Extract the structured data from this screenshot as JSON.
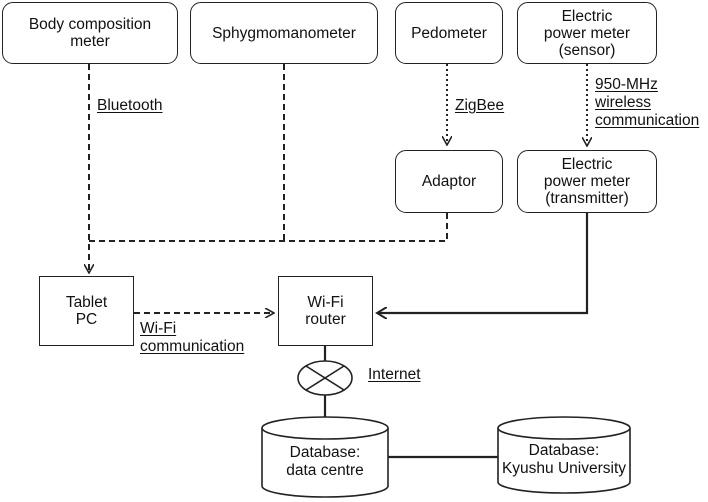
{
  "nodes": {
    "body_composition_meter": "Body composition\nmeter",
    "sphygmomanometer": "Sphygmomanometer",
    "pedometer": "Pedometer",
    "power_meter_sensor": "Electric\npower meter\n(sensor)",
    "adaptor": "Adaptor",
    "power_meter_transmitter": "Electric\npower meter\n(transmitter)",
    "tablet_pc": "Tablet\nPC",
    "wifi_router": "Wi-Fi\nrouter",
    "database_data_centre": "Database:\ndata centre",
    "database_kyushu": "Database:\nKyushu University"
  },
  "links": {
    "bluetooth": "Bluetooth",
    "zigbee": "ZigBee",
    "wireless_950": "950-MHz\nwireless\ncommunication",
    "wifi_communication": "Wi-Fi\ncommunication",
    "internet": "Internet"
  },
  "legend_styles": {
    "line_color": "#222222"
  }
}
